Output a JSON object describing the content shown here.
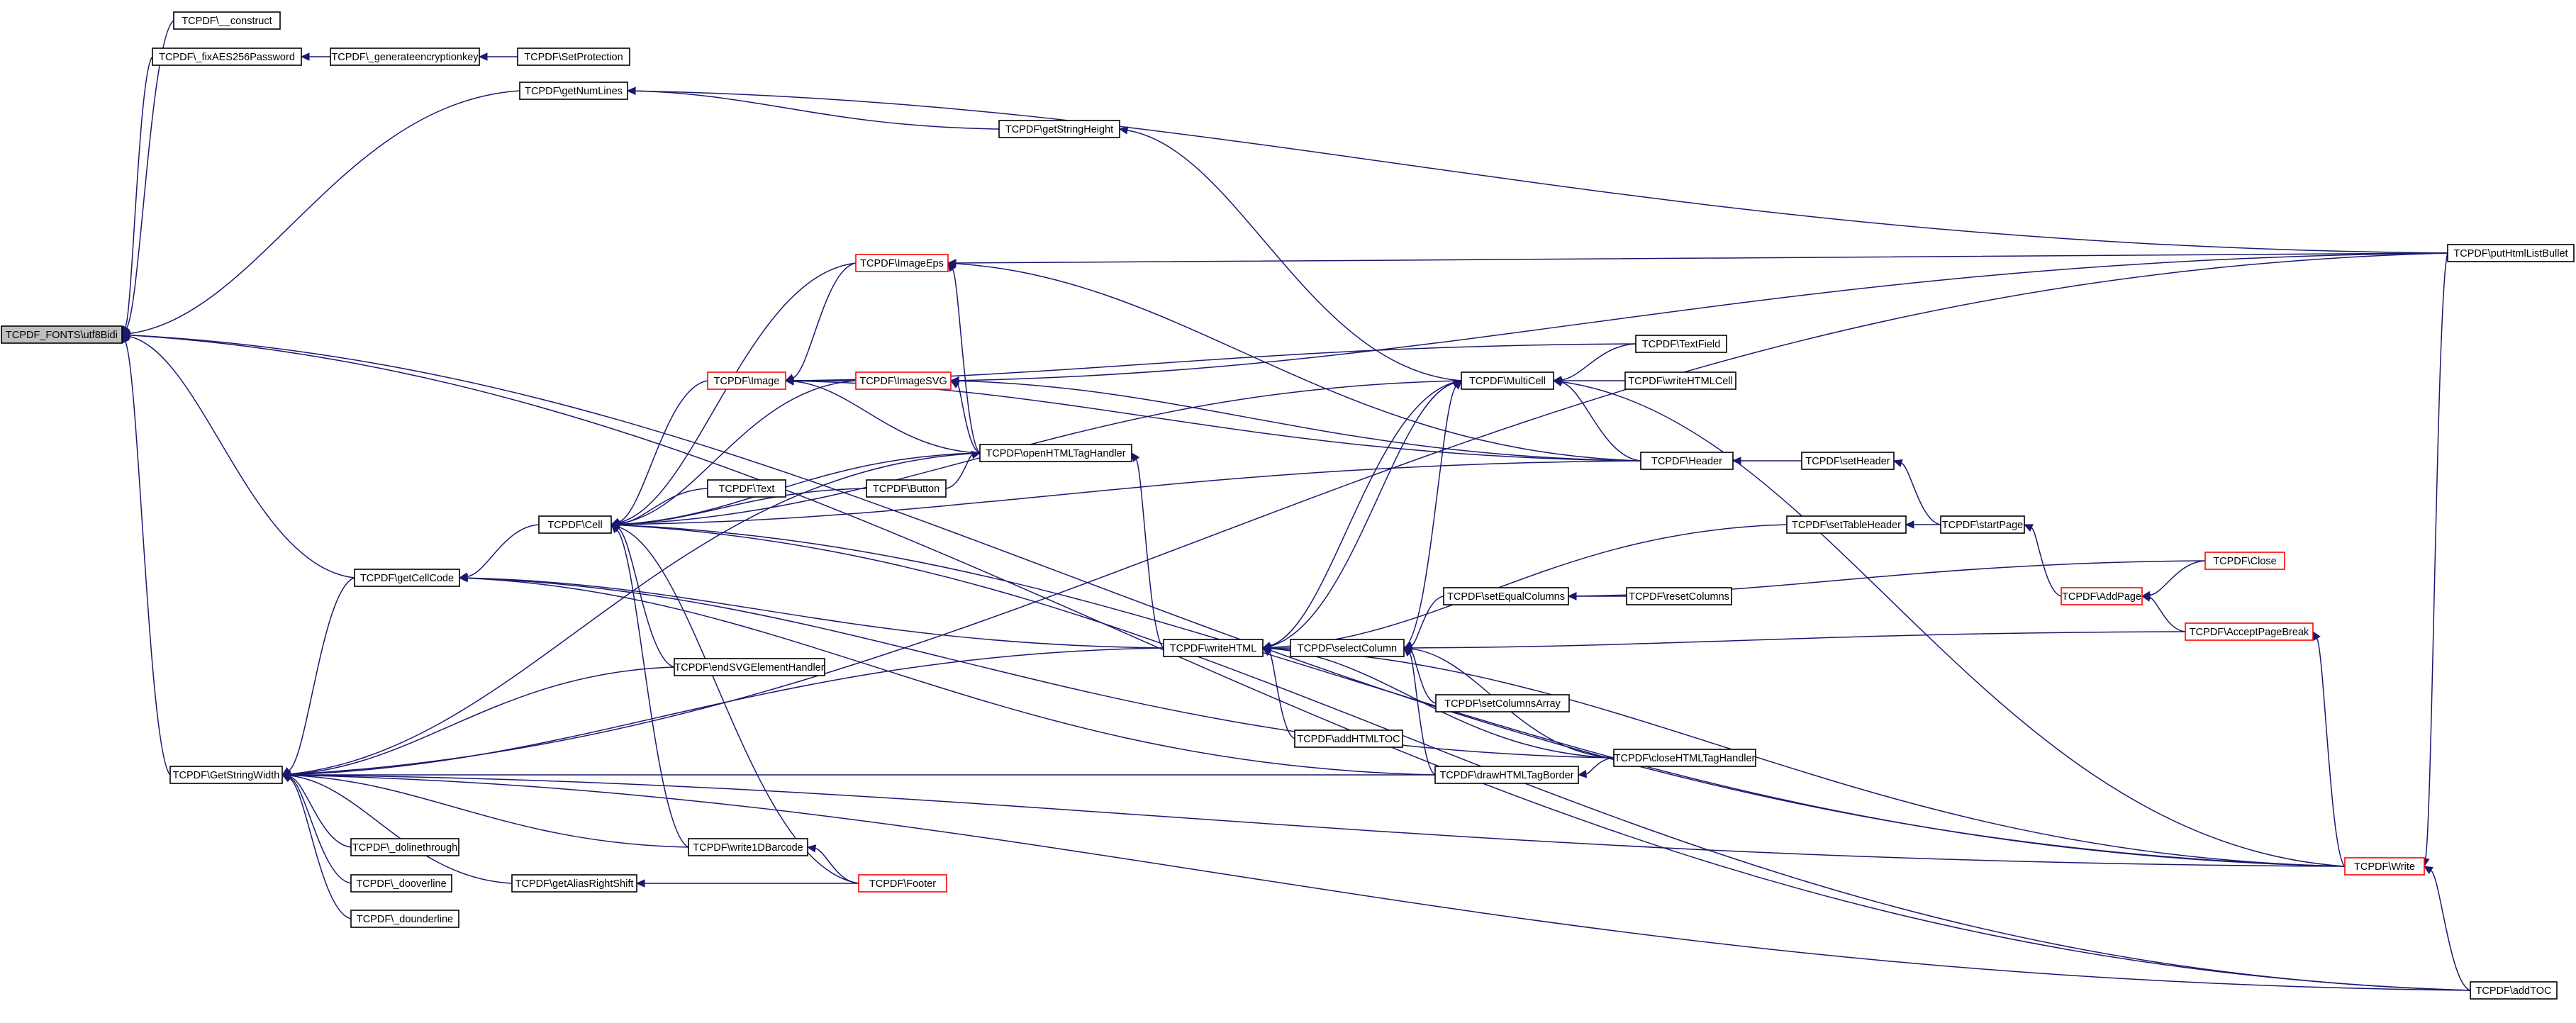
{
  "diagram": {
    "root": "root",
    "colors": {
      "edge": "#191970",
      "node_border": "#000000",
      "truncated_border": "#ff0000",
      "root_fill": "#bfbfbf"
    },
    "nodes": [
      {
        "id": "root",
        "label": "TCPDF_FONTS\\utf8Bidi"
      },
      {
        "id": "construct",
        "label": "TCPDF\\__construct"
      },
      {
        "id": "fixAES",
        "label": "TCPDF\\_fixAES256Password"
      },
      {
        "id": "genkey",
        "label": "TCPDF\\_generateencryptionkey"
      },
      {
        "id": "setProt",
        "label": "TCPDF\\SetProtection"
      },
      {
        "id": "getNumLines",
        "label": "TCPDF\\getNumLines"
      },
      {
        "id": "getStringHeight",
        "label": "TCPDF\\getStringHeight"
      },
      {
        "id": "putHtmlListBullet",
        "label": "TCPDF\\putHtmlListBullet"
      },
      {
        "id": "imageEps",
        "label": "TCPDF\\ImageEps",
        "truncated": true
      },
      {
        "id": "image",
        "label": "TCPDF\\Image",
        "truncated": true
      },
      {
        "id": "imageSVG",
        "label": "TCPDF\\ImageSVG",
        "truncated": true
      },
      {
        "id": "multiCell",
        "label": "TCPDF\\MultiCell"
      },
      {
        "id": "textField",
        "label": "TCPDF\\TextField"
      },
      {
        "id": "writeHTMLCell",
        "label": "TCPDF\\writeHTMLCell"
      },
      {
        "id": "openHTMLTag",
        "label": "TCPDF\\openHTMLTagHandler"
      },
      {
        "id": "header",
        "label": "TCPDF\\Header"
      },
      {
        "id": "setHeader",
        "label": "TCPDF\\setHeader"
      },
      {
        "id": "text",
        "label": "TCPDF\\Text"
      },
      {
        "id": "button",
        "label": "TCPDF\\Button"
      },
      {
        "id": "cell",
        "label": "TCPDF\\Cell"
      },
      {
        "id": "setTableHeader",
        "label": "TCPDF\\setTableHeader"
      },
      {
        "id": "startPage",
        "label": "TCPDF\\startPage"
      },
      {
        "id": "getCellCode",
        "label": "TCPDF\\getCellCode"
      },
      {
        "id": "close",
        "label": "TCPDF\\Close",
        "truncated": true
      },
      {
        "id": "setEqualColumns",
        "label": "TCPDF\\setEqualColumns"
      },
      {
        "id": "resetColumns",
        "label": "TCPDF\\resetColumns"
      },
      {
        "id": "addPage",
        "label": "TCPDF\\AddPage",
        "truncated": true
      },
      {
        "id": "writeHTML",
        "label": "TCPDF\\writeHTML"
      },
      {
        "id": "selectColumn",
        "label": "TCPDF\\selectColumn"
      },
      {
        "id": "acceptPageBreak",
        "label": "TCPDF\\AcceptPageBreak",
        "truncated": true
      },
      {
        "id": "endSVGElement",
        "label": "TCPDF\\endSVGElementHandler"
      },
      {
        "id": "setColumnsArray",
        "label": "TCPDF\\setColumnsArray"
      },
      {
        "id": "addHTMLTOC",
        "label": "TCPDF\\addHTMLTOC"
      },
      {
        "id": "closeHTMLTag",
        "label": "TCPDF\\closeHTMLTagHandler"
      },
      {
        "id": "drawHTMLTagBorder",
        "label": "TCPDF\\drawHTMLTagBorder"
      },
      {
        "id": "getStringWidth",
        "label": "TCPDF\\GetStringWidth"
      },
      {
        "id": "dolinethrough",
        "label": "TCPDF\\_dolinethrough"
      },
      {
        "id": "write1D",
        "label": "TCPDF\\write1DBarcode"
      },
      {
        "id": "write",
        "label": "TCPDF\\Write",
        "truncated": true
      },
      {
        "id": "dooverline",
        "label": "TCPDF\\_dooverline"
      },
      {
        "id": "getAliasRight",
        "label": "TCPDF\\getAliasRightShift"
      },
      {
        "id": "footer",
        "label": "TCPDF\\Footer",
        "truncated": true
      },
      {
        "id": "dounderline",
        "label": "TCPDF\\_dounderline"
      },
      {
        "id": "addTOC",
        "label": "TCPDF\\addTOC"
      }
    ],
    "edges": [
      [
        "construct",
        "root"
      ],
      [
        "fixAES",
        "root"
      ],
      [
        "getNumLines",
        "root"
      ],
      [
        "getCellCode",
        "root"
      ],
      [
        "getStringWidth",
        "root"
      ],
      [
        "addTOC",
        "root"
      ],
      [
        "write",
        "root"
      ],
      [
        "genkey",
        "fixAES"
      ],
      [
        "setProt",
        "genkey"
      ],
      [
        "getStringHeight",
        "getNumLines"
      ],
      [
        "putHtmlListBullet",
        "getNumLines"
      ],
      [
        "multiCell",
        "getStringHeight"
      ],
      [
        "cell",
        "getCellCode"
      ],
      [
        "writeHTML",
        "getCellCode"
      ],
      [
        "drawHTMLTagBorder",
        "getCellCode"
      ],
      [
        "closeHTMLTag",
        "getCellCode"
      ],
      [
        "image",
        "cell"
      ],
      [
        "imageEps",
        "cell"
      ],
      [
        "imageSVG",
        "cell"
      ],
      [
        "openHTMLTag",
        "cell"
      ],
      [
        "multiCell",
        "cell"
      ],
      [
        "header",
        "cell"
      ],
      [
        "text",
        "cell"
      ],
      [
        "button",
        "cell"
      ],
      [
        "endSVGElement",
        "cell"
      ],
      [
        "write1D",
        "cell"
      ],
      [
        "footer",
        "cell"
      ],
      [
        "write",
        "cell"
      ],
      [
        "addTOC",
        "cell"
      ],
      [
        "putHtmlListBullet",
        "imageEps"
      ],
      [
        "header",
        "imageEps"
      ],
      [
        "openHTMLTag",
        "imageEps"
      ],
      [
        "imageEps",
        "image"
      ],
      [
        "imageSVG",
        "image"
      ],
      [
        "textField",
        "image"
      ],
      [
        "openHTMLTag",
        "image"
      ],
      [
        "header",
        "image"
      ],
      [
        "putHtmlListBullet",
        "imageSVG"
      ],
      [
        "header",
        "imageSVG"
      ],
      [
        "openHTMLTag",
        "imageSVG"
      ],
      [
        "writeHTML",
        "openHTMLTag"
      ],
      [
        "button",
        "openHTMLTag"
      ],
      [
        "textField",
        "multiCell"
      ],
      [
        "writeHTMLCell",
        "multiCell"
      ],
      [
        "header",
        "multiCell"
      ],
      [
        "writeHTML",
        "multiCell"
      ],
      [
        "selectColumn",
        "multiCell"
      ],
      [
        "write",
        "multiCell"
      ],
      [
        "setHeader",
        "header"
      ],
      [
        "startPage",
        "setHeader"
      ],
      [
        "startPage",
        "setTableHeader"
      ],
      [
        "addPage",
        "startPage"
      ],
      [
        "close",
        "addPage"
      ],
      [
        "acceptPageBreak",
        "addPage"
      ],
      [
        "multiCell",
        "writeHTML"
      ],
      [
        "selectColumn",
        "writeHTML"
      ],
      [
        "addHTMLTOC",
        "writeHTML"
      ],
      [
        "closeHTMLTag",
        "writeHTML"
      ],
      [
        "write",
        "writeHTML"
      ],
      [
        "setEqualColumns",
        "selectColumn"
      ],
      [
        "setColumnsArray",
        "selectColumn"
      ],
      [
        "drawHTMLTagBorder",
        "selectColumn"
      ],
      [
        "closeHTMLTag",
        "selectColumn"
      ],
      [
        "acceptPageBreak",
        "selectColumn"
      ],
      [
        "resetColumns",
        "setEqualColumns"
      ],
      [
        "close",
        "setEqualColumns"
      ],
      [
        "closeHTMLTag",
        "drawHTMLTagBorder"
      ],
      [
        "write",
        "acceptPageBreak"
      ],
      [
        "dolinethrough",
        "getStringWidth"
      ],
      [
        "dooverline",
        "getStringWidth"
      ],
      [
        "dounderline",
        "getStringWidth"
      ],
      [
        "getAliasRight",
        "getStringWidth"
      ],
      [
        "write1D",
        "getStringWidth"
      ],
      [
        "writeHTML",
        "getStringWidth"
      ],
      [
        "endSVGElement",
        "getStringWidth"
      ],
      [
        "openHTMLTag",
        "getStringWidth"
      ],
      [
        "getCellCode",
        "getStringWidth"
      ],
      [
        "putHtmlListBullet",
        "getStringWidth"
      ],
      [
        "drawHTMLTagBorder",
        "getStringWidth"
      ],
      [
        "write",
        "getStringWidth"
      ],
      [
        "addTOC",
        "getStringWidth"
      ],
      [
        "footer",
        "getAliasRight"
      ],
      [
        "footer",
        "write1D"
      ],
      [
        "putHtmlListBullet",
        "write"
      ],
      [
        "addTOC",
        "write"
      ],
      [
        "setTableHeader",
        "writeHTML"
      ]
    ]
  }
}
